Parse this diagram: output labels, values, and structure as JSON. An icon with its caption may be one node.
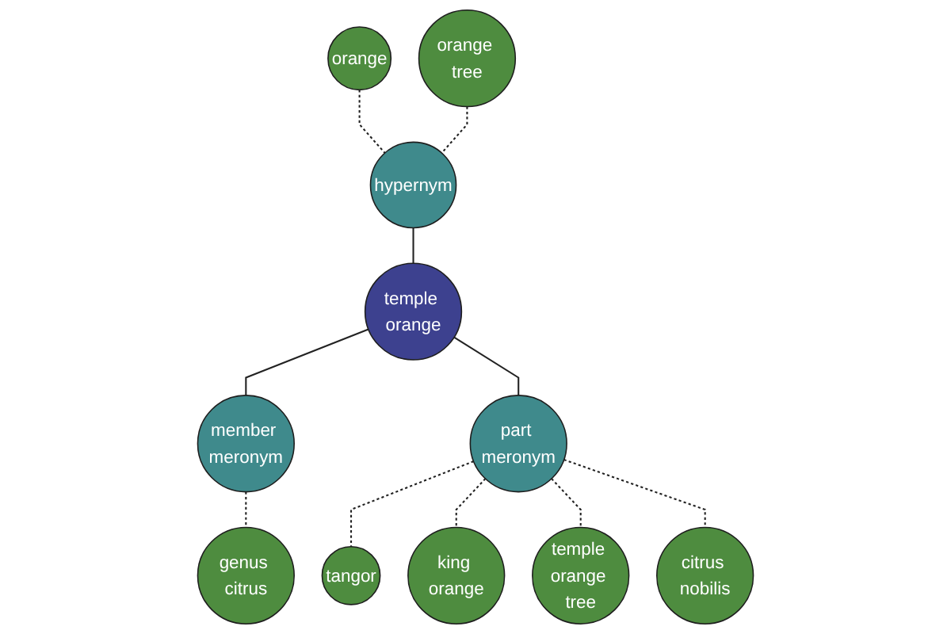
{
  "diagram": {
    "nodes": [
      {
        "text": [
          "orange"
        ]
      },
      {
        "text": [
          "orange tree"
        ]
      },
      {
        "text": [
          "hypernym"
        ]
      },
      {
        "text": [
          "temple orange"
        ]
      },
      {
        "text": [
          "tangor"
        ]
      },
      {
        "text": [
          "member meronym"
        ]
      },
      {
        "text": [
          "king orange"
        ]
      },
      {
        "text": [
          "part meronym"
        ]
      },
      {
        "text": [
          "genus citrus"
        ]
      },
      {
        "text": [
          "temple orange tree"
        ]
      },
      {
        "text": [
          "citrus nobilis"
        ]
      }
    ],
    "edges": [
      {
        "from": 0,
        "to": 2,
        "arrow": "none",
        "style": "dashed"
      },
      {
        "from": 1,
        "to": 2,
        "arrow": "none",
        "style": "dashed"
      },
      {
        "from": 2,
        "to": 3,
        "arrow": "none"
      },
      {
        "from": 3,
        "to": 5,
        "arrow": "none"
      },
      {
        "from": 3,
        "to": 7,
        "arrow": "none"
      },
      {
        "from": 5,
        "to": 8,
        "arrow": "none",
        "style": "dashed"
      },
      {
        "from": 7,
        "to": 4,
        "arrow": "none",
        "style": "dashed"
      },
      {
        "from": 7,
        "to": 6,
        "arrow": "none",
        "style": "dashed"
      },
      {
        "from": 7,
        "to": 9,
        "arrow": "none",
        "style": "dashed"
      },
      {
        "from": 7,
        "to": 10,
        "arrow": "none",
        "style": "dashed"
      }
    ]
  }
}
